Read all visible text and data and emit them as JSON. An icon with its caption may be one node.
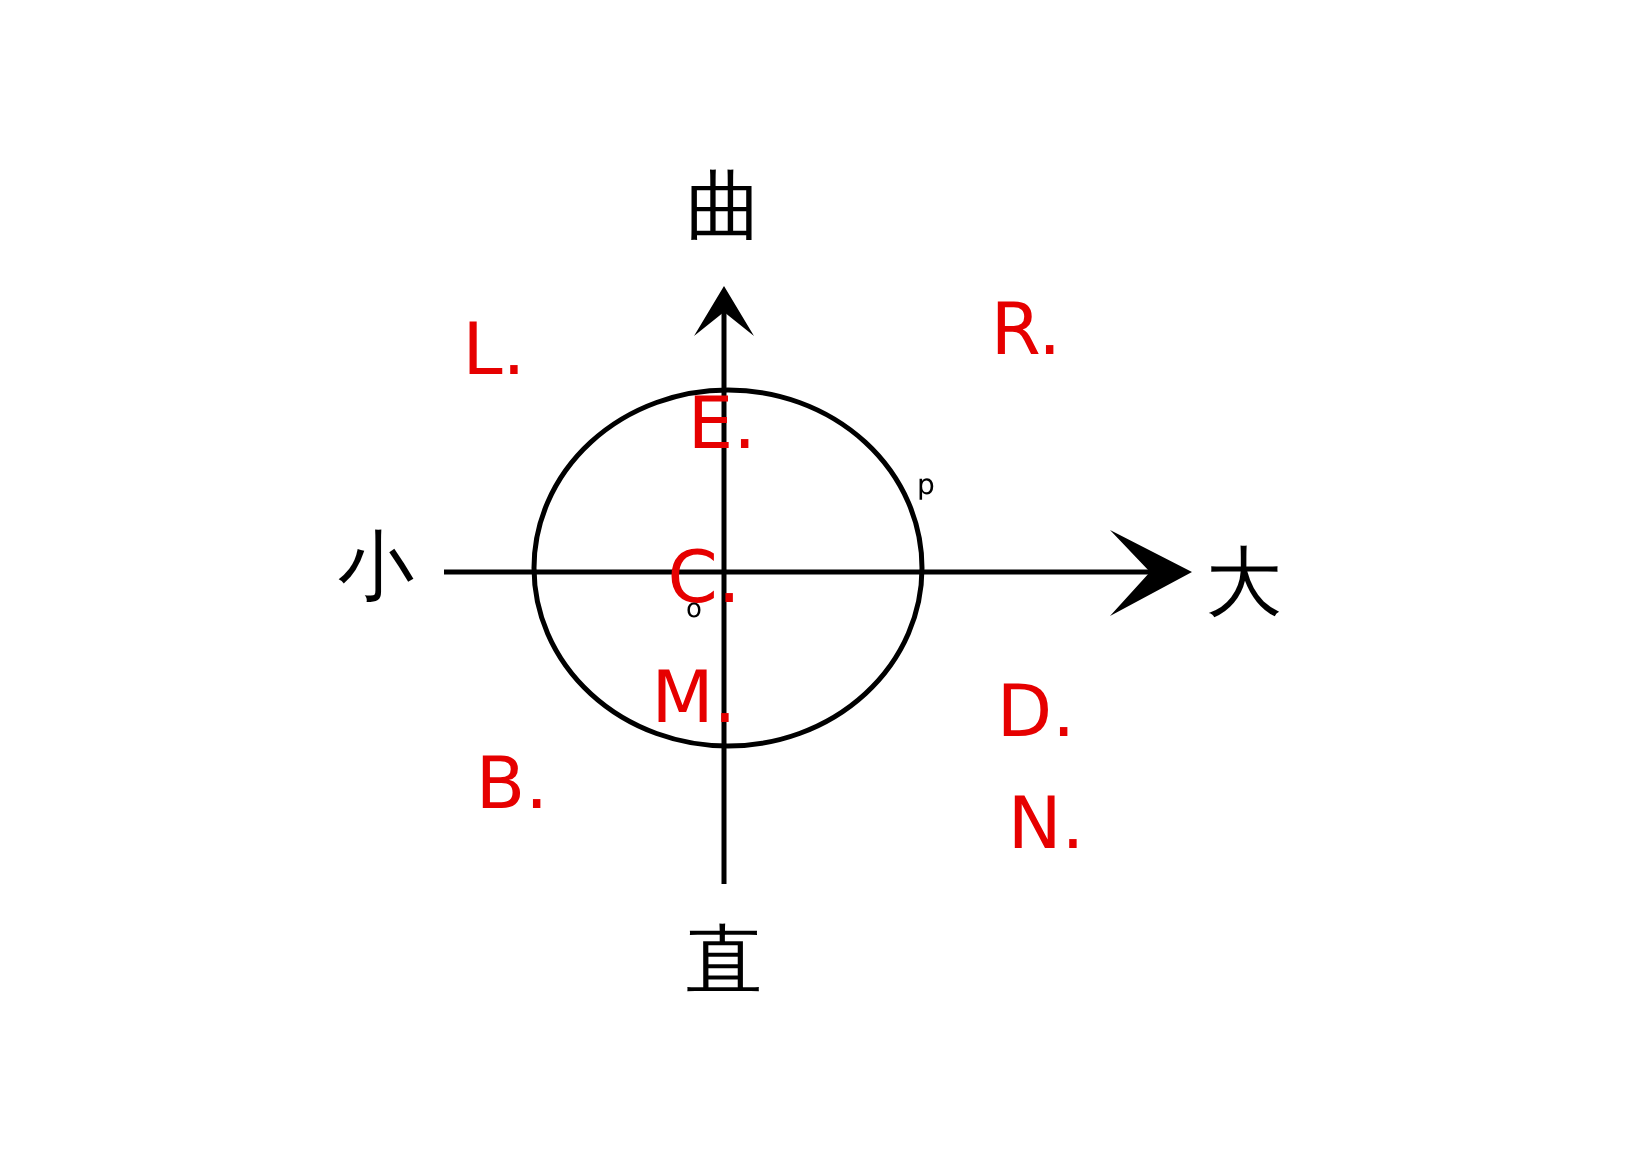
{
  "diagram": {
    "labels": [
      "曲",
      "R.",
      "L.",
      "E.",
      "p",
      "小",
      "C.",
      "大",
      "o",
      "M.",
      "D.",
      "B.",
      "N.",
      "直"
    ]
  }
}
